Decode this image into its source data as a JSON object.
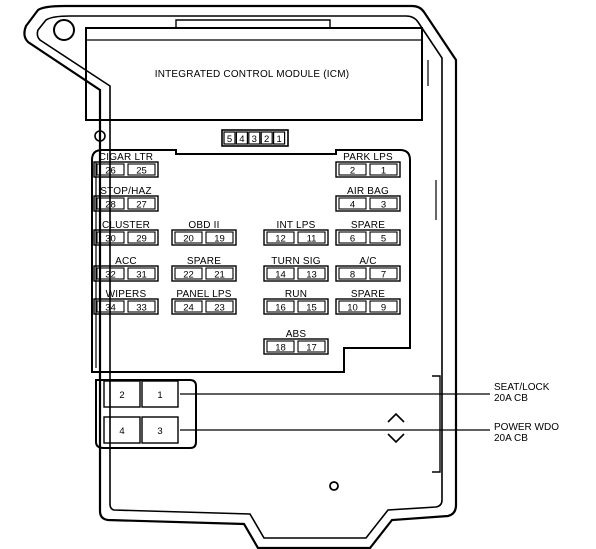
{
  "module_label": "INTEGRATED CONTROL MODULE (ICM)",
  "connector_pins": [
    "5",
    "4",
    "3",
    "2",
    "1"
  ],
  "fuses": [
    {
      "label": "CIGAR LTR",
      "numbers": [
        "26",
        "25"
      ]
    },
    {
      "label": "STOP/HAZ",
      "numbers": [
        "28",
        "27"
      ]
    },
    {
      "label": "CLUSTER",
      "numbers": [
        "30",
        "29"
      ]
    },
    {
      "label": "ACC",
      "numbers": [
        "32",
        "31"
      ]
    },
    {
      "label": "WIPERS",
      "numbers": [
        "34",
        "33"
      ]
    },
    {
      "label": "OBD II",
      "numbers": [
        "20",
        "19"
      ]
    },
    {
      "label": "SPARE",
      "numbers": [
        "22",
        "21"
      ]
    },
    {
      "label": "PANEL LPS",
      "numbers": [
        "24",
        "23"
      ]
    },
    {
      "label": "INT LPS",
      "numbers": [
        "12",
        "11"
      ]
    },
    {
      "label": "TURN SIG",
      "numbers": [
        "14",
        "13"
      ]
    },
    {
      "label": "RUN",
      "numbers": [
        "16",
        "15"
      ]
    },
    {
      "label": "ABS",
      "numbers": [
        "18",
        "17"
      ]
    },
    {
      "label": "PARK LPS",
      "numbers": [
        "2",
        "1"
      ]
    },
    {
      "label": "AIR BAG",
      "numbers": [
        "4",
        "3"
      ]
    },
    {
      "label": "SPARE",
      "numbers": [
        "6",
        "5"
      ]
    },
    {
      "label": "A/C",
      "numbers": [
        "8",
        "7"
      ]
    },
    {
      "label": "SPARE",
      "numbers": [
        "10",
        "9"
      ]
    }
  ],
  "breakers": [
    {
      "numbers": [
        "2",
        "1"
      ],
      "callout": [
        "SEAT/LOCK",
        "20A CB"
      ]
    },
    {
      "numbers": [
        "4",
        "3"
      ],
      "callout": [
        "POWER WDO",
        "20A CB"
      ]
    }
  ]
}
